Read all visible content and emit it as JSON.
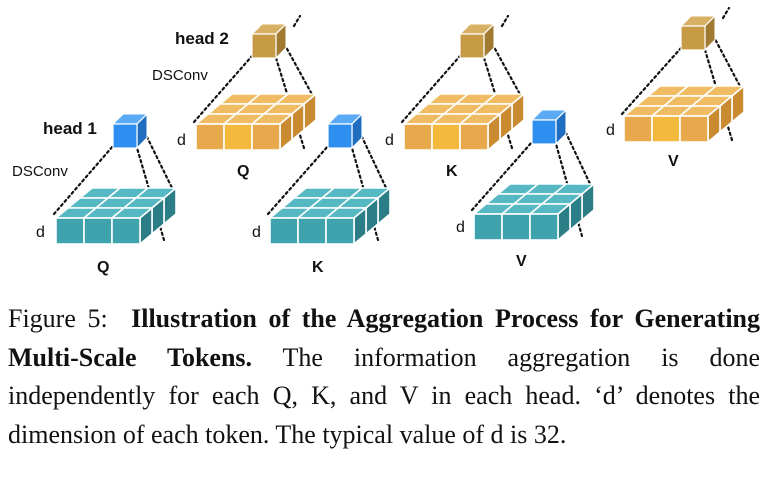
{
  "diagram": {
    "head1_label": "head 1",
    "head2_label": "head 2",
    "dsconv_label": "DSConv",
    "dim_label": "d",
    "q_label": "Q",
    "k_label": "K",
    "v_label": "V",
    "colors": {
      "teal": "#3fa3ae",
      "teal_top": "#55b8c2",
      "teal_side": "#2b7d86",
      "orange": "#e8a94c",
      "orange_top": "#f0bc63",
      "orange_side": "#c98a30",
      "orange_highlight": "#f2b93d",
      "blue": "#2f8ff0",
      "blue_top": "#5aaaf5",
      "blue_side": "#1f6ec0",
      "khaki": "#c79a45",
      "khaki_top": "#d8b063",
      "khaki_side": "#9f7a30"
    }
  },
  "caption": {
    "prefix": "Figure 5:",
    "title": "Illustration of the Aggregation Process for Generating Multi-Scale Tokens.",
    "body": "The information aggregation is done independently for each Q, K, and V in each head. ‘d’ denotes the dimension of each token. The typical value of d is 32."
  }
}
